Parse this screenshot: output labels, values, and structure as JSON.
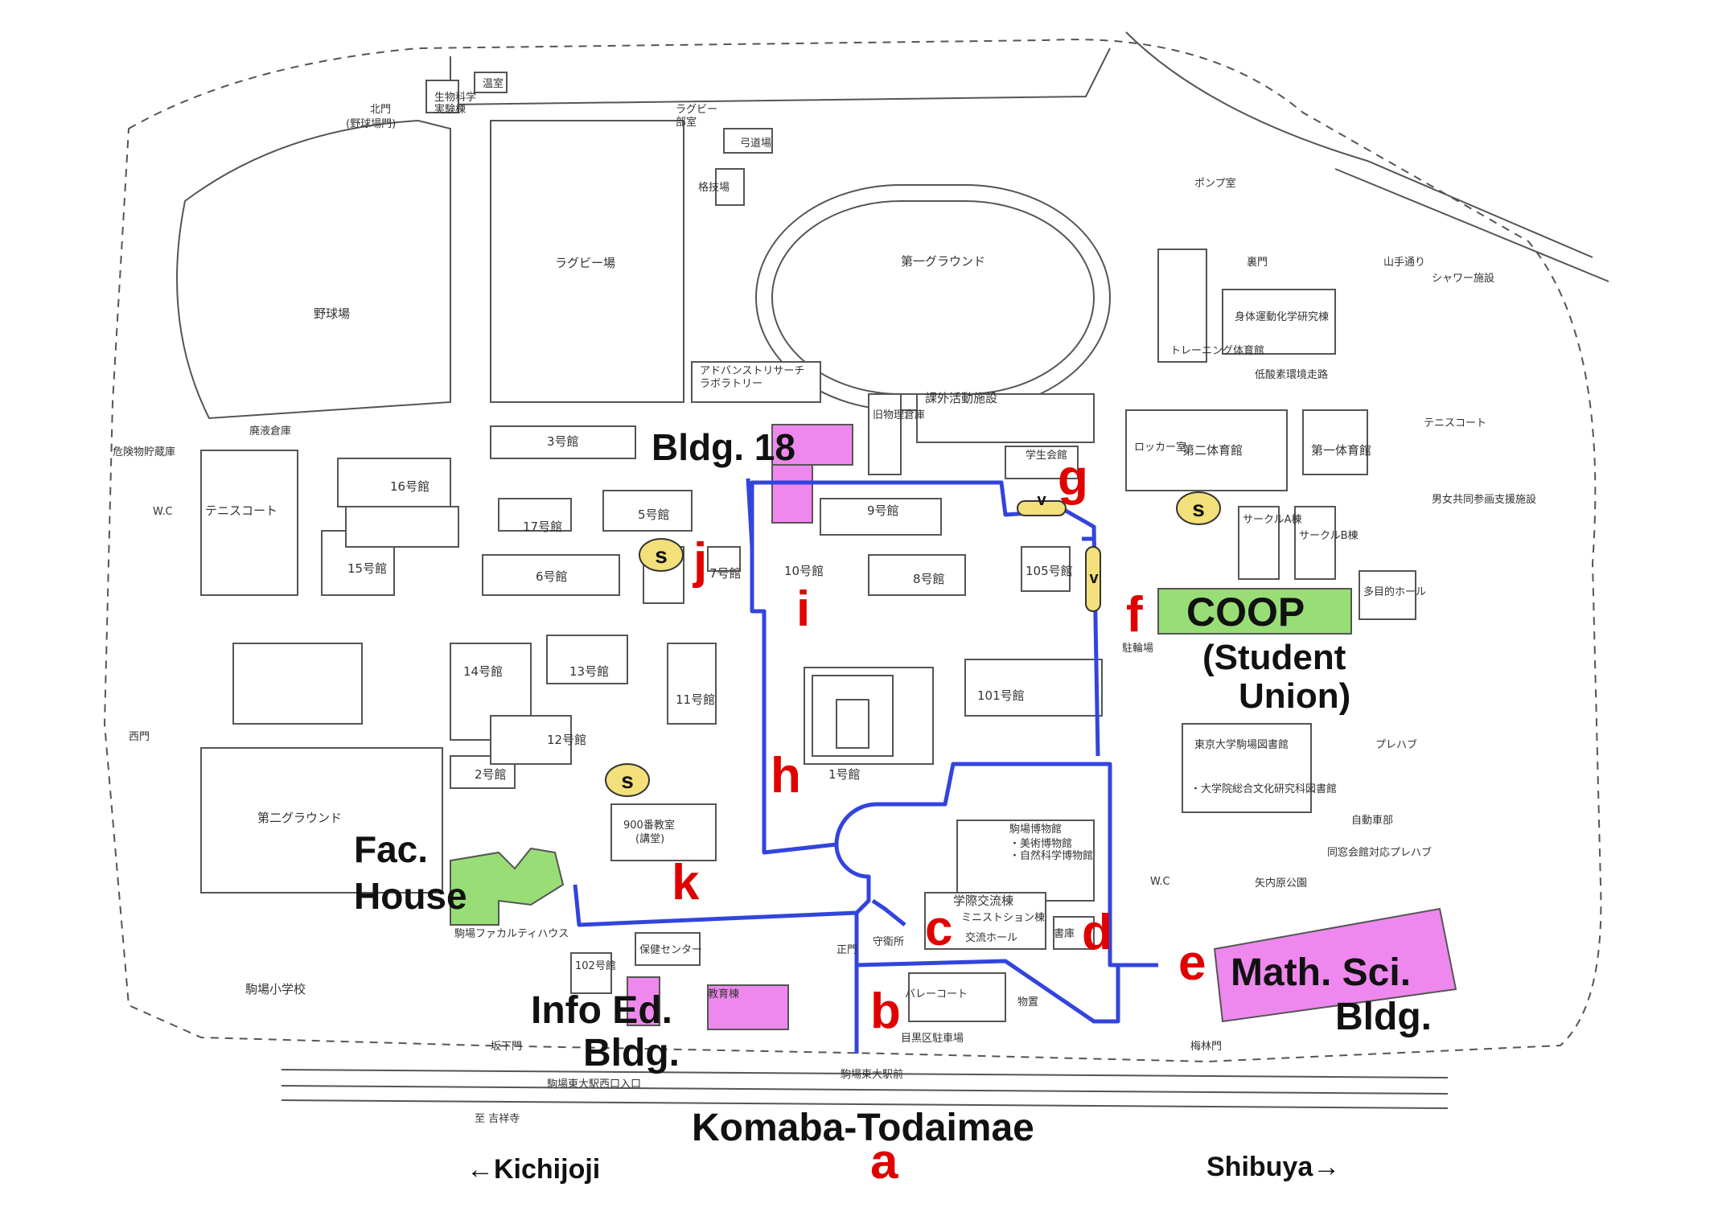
{
  "labels": {
    "bldg18": "Bldg. 18",
    "coop": "COOP",
    "student_union": "(Student",
    "student_union_2": "Union)",
    "fac_house_1": "Fac.",
    "fac_house_2": "House",
    "math_1": "Math. Sci.",
    "math_2": "Bldg.",
    "info_1": "Info Ed.",
    "info_2": "Bldg.",
    "station": "Komaba-Todaimae",
    "kichijoji": "←Kichijoji",
    "shibuya": "Shibuya→"
  },
  "letters": {
    "a": "a",
    "b": "b",
    "c": "c",
    "d": "d",
    "e": "e",
    "f": "f",
    "g": "g",
    "h": "h",
    "i": "i",
    "j": "j",
    "k": "k"
  },
  "badges": {
    "s1": "s",
    "s2": "s",
    "s3": "s",
    "v1": "v",
    "v2": "v"
  },
  "jp": {
    "north_gate": "北門",
    "north_gate_sub": "(野球場門)",
    "bio": "生物科学",
    "bio2": "実験棟",
    "greenhouse": "温室",
    "rugby_club": "ラグビー",
    "rugby_club2": "部室",
    "archery": "弓道場",
    "martial": "格技場",
    "rugby_field": "ラグビー場",
    "ground1": "第一グラウンド",
    "baseball": "野球場",
    "pump": "ポンプ室",
    "back_gate": "裏門",
    "shower": "シャワー施設",
    "training": "トレーニング体育館",
    "sports_lab": "身体運動化学研究棟",
    "yamate": "山手通り",
    "hypoxia": "低酸素環境走路",
    "advanced": "アドバンストリサーチ",
    "advanced2": "ラボラトリー",
    "extracurricular": "課外活動施設",
    "old_physics": "旧物理倉庫",
    "waste": "廃液倉庫",
    "hazard": "危険物貯蔵庫",
    "b3": "3号館",
    "b16": "16号館",
    "b17": "17号館",
    "b5": "5号館",
    "b9": "9号館",
    "student_hall": "学生会館",
    "locker": "ロッカー室",
    "gym2": "第二体育館",
    "gym1": "第一体育館",
    "tennis_r": "テニスコート",
    "gender": "男女共同参画支援施設",
    "tennis_l": "テニスコート",
    "wc": "W.C",
    "b15": "15号館",
    "b6": "6号館",
    "b7": "7号館",
    "b10": "10号館",
    "b8": "8号館",
    "b105": "105号館",
    "circle_a": "サークルA棟",
    "circle_b": "サークルB棟",
    "hall": "多目的ホール",
    "b14": "14号館",
    "b13": "13号館",
    "b11": "11号館",
    "b101": "101号館",
    "parking_bike": "駐輪場",
    "library": "東京大学駒場図書館",
    "library2": "・大学院総合文化研究科図書館",
    "prefab": "プレハブ",
    "west_gate": "西門",
    "b12": "12号館",
    "b2": "2号館",
    "b1": "1号館",
    "ground2": "第二グラウンド",
    "b900": "900番教室",
    "b900_2": "(講堂)",
    "museum": "駒場博物館",
    "museum2": "・美術博物館",
    "museum3": "・自然科学博物館",
    "car_dept": "自動車部",
    "dosokai": "同窓会館対応プレハブ",
    "yanaihara": "矢内原公園",
    "intl": "学際交流棟",
    "intl2": "ミニストション棟",
    "intl3": "交流ホール",
    "guard": "守衛所",
    "warehouse": "書庫",
    "health": "保健センター",
    "faculty_house": "駒場ファカルティハウス",
    "b102": "102号館",
    "volley": "バレーコート",
    "meguro_parking": "目黒区駐車場",
    "elementary": "駒場小学校",
    "station_mae": "駒場東大駅前",
    "kamiya_gate": "坂下門",
    "west_entrance": "駒場東大駅西口入口",
    "to_kichijoji": "至 吉祥寺",
    "umebayashi": "梅林門",
    "storage_ware": "物置",
    "gym_ed": "教育棟",
    "main_gate": "正門"
  }
}
